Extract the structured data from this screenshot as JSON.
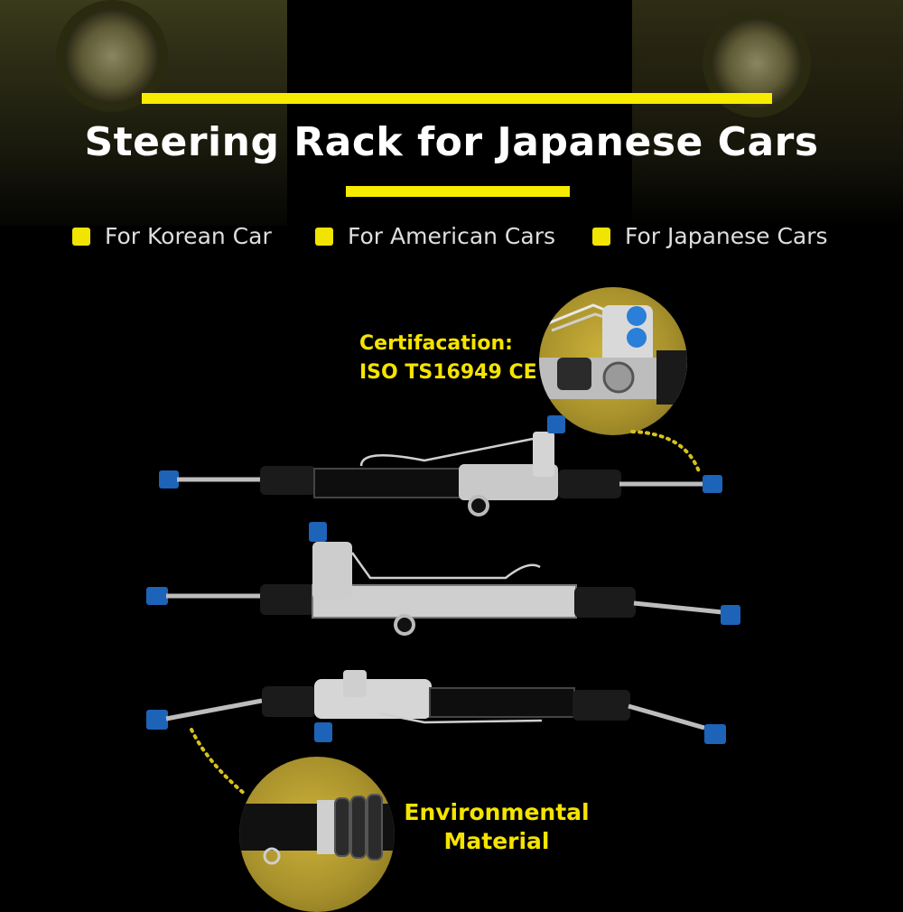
{
  "headline": "Steering Rack for Japanese Cars",
  "categories": [
    {
      "label": "For Korean Car"
    },
    {
      "label": "For American Cars"
    },
    {
      "label": "For Japanese Cars"
    }
  ],
  "certification": {
    "line1": "Certifacation:",
    "line2": "ISO TS16949 CE"
  },
  "environmental": {
    "line1": "Environmental",
    "line2": "Material"
  },
  "colors": {
    "accent_yellow": "#f7ec00",
    "background": "#000000",
    "cap_blue": "#1d63b8",
    "circle_gold": "#b49a2e"
  }
}
